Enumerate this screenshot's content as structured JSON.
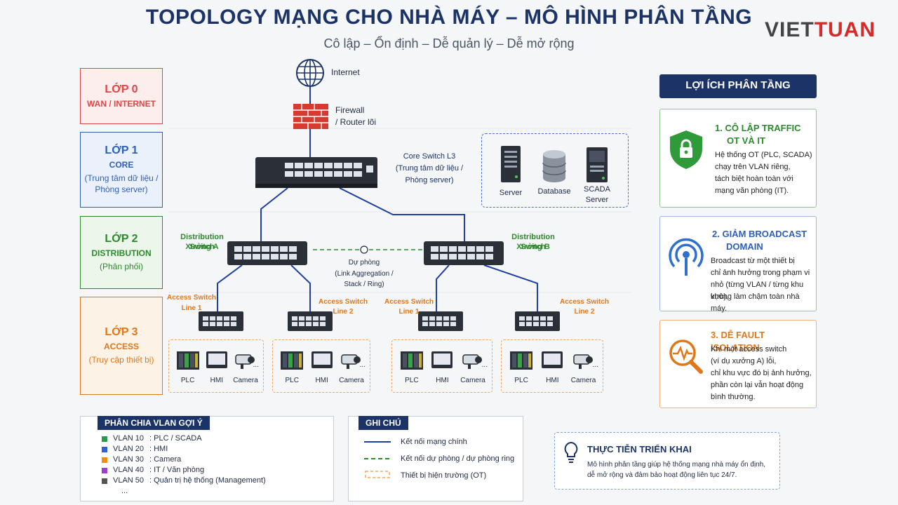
{
  "header": {
    "title": "TOPOLOGY MẠNG CHO NHÀ MÁY – MÔ HÌNH PHÂN TẦNG",
    "subtitle": "Cô lập – Ổn định – Dễ quản lý – Dễ mở rộng",
    "logo_part1": "VIET",
    "logo_part2": "TUAN"
  },
  "layers": [
    {
      "name": "LỚP 0",
      "sub": "WAN / INTERNET",
      "desc": "",
      "color": "#e04545",
      "bg": "#fdeeee"
    },
    {
      "name": "LỚP 1",
      "sub": "CORE",
      "desc": "(Trung tâm dữ liệu / Phòng server)",
      "color": "#2e5fb8",
      "bg": "#eaf1fb"
    },
    {
      "name": "LỚP 2",
      "sub": "DISTRIBUTION",
      "desc": "(Phân phối)",
      "color": "#2c8a2c",
      "bg": "#ecf6ea"
    },
    {
      "name": "LỚP 3",
      "sub": "ACCESS",
      "desc": "(Truy cập thiết bị)",
      "color": "#e0781a",
      "bg": "#fdf2e6"
    }
  ],
  "diagram": {
    "internet": "Internet",
    "firewall_1": "Firewall",
    "firewall_2": "/ Router lõi",
    "core_1": "Core Switch L3",
    "core_2": "(Trung tâm dữ liệu /",
    "core_3": "Phòng server)",
    "server": "Server",
    "database": "Database",
    "scada_1": "SCADA",
    "scada_2": "Server",
    "dist_a_1": "Distribution Switch",
    "dist_a_2": "Xưởng A",
    "dist_b_1": "Distribution Switch",
    "dist_b_2": "Xưởng B",
    "redund_1": "Dự phòng",
    "redund_2": "(Link Aggregation /",
    "redund_3": "Stack / Ring)",
    "access": [
      {
        "l1": "Access Switch",
        "l2": "Line 1"
      },
      {
        "l1": "Access Switch",
        "l2": "Line 2"
      },
      {
        "l1": "Access Switch",
        "l2": "Line 1"
      },
      {
        "l1": "Access Switch",
        "l2": "Line 2"
      }
    ],
    "dev_plc": "PLC",
    "dev_hmi": "HMI",
    "dev_camera": "Camera",
    "ellipsis": "..."
  },
  "benefits": {
    "title": "LỢI ÍCH PHÂN TẦNG",
    "items": [
      {
        "t1": "1.  CÔ LẬP TRAFFIC",
        "t2": "OT VÀ IT",
        "d": [
          "Hệ thống OT (PLC, SCADA)",
          "chạy trên VLAN riêng,",
          "tách biệt hoàn toàn với",
          "mạng văn phòng (IT)."
        ],
        "color": "#2c8a2c"
      },
      {
        "t1": "2.  GIẢM BROADCAST",
        "t2": "DOMAIN",
        "d": [
          "Broadcast từ một thiết bị",
          "chỉ ảnh hưởng trong phạm vi",
          "nhỏ (từng VLAN / từng khu vực),",
          "không làm chậm toàn nhà máy."
        ],
        "color": "#2e5fb8"
      },
      {
        "t1": "3.  DỄ FAULT ISOLATION",
        "t2": "",
        "d": [
          "Khi một access switch",
          "(ví dụ xưởng A) lỗi,",
          "chỉ khu vực đó bị ảnh hưởng,",
          "phần còn lại vẫn hoạt động",
          "bình thường."
        ],
        "color": "#e0781a"
      }
    ]
  },
  "vlan": {
    "title": "PHÂN CHIA VLAN GỢI Ý",
    "rows": [
      {
        "name": "VLAN 10",
        "desc": ": PLC / SCADA",
        "color": "#2c9a4a"
      },
      {
        "name": "VLAN 20",
        "desc": ": HMI",
        "color": "#2e62d0"
      },
      {
        "name": "VLAN 30",
        "desc": ": Camera",
        "color": "#f08a1c"
      },
      {
        "name": "VLAN 40",
        "desc": ": IT / Văn phòng",
        "color": "#9a3fd0"
      },
      {
        "name": "VLAN 50",
        "desc": ": Quản trị hệ thống (Management)",
        "color": "#555555"
      }
    ],
    "more": "..."
  },
  "legend": {
    "title": "GHI CHÚ",
    "items": [
      {
        "label": "Kết nối mạng chính",
        "style": "solid",
        "color": "#1f3fa0"
      },
      {
        "label": "Kết nối dự phòng / dự phòng ring",
        "style": "dashed",
        "color": "#2c8a2c"
      },
      {
        "label": "Thiết bị hiện trường (OT)",
        "style": "box",
        "color": "#f2a560"
      }
    ]
  },
  "practice": {
    "title": "THỰC TIỄN TRIỂN KHAI",
    "d1": "Mô hình phân tầng giúp hệ thống mạng nhà máy ổn định,",
    "d2": "dễ mở rộng và đảm bảo hoạt động liên tục 24/7."
  }
}
